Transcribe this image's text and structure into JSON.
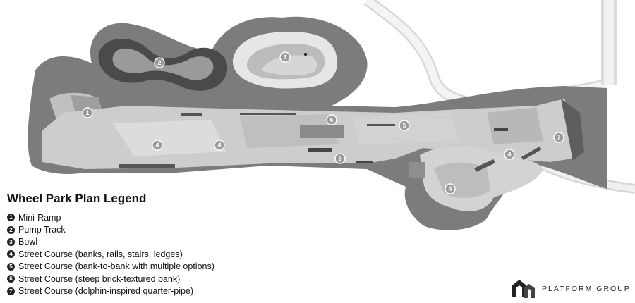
{
  "legend": {
    "title": "Wheel Park Plan Legend",
    "items": [
      {
        "num": "1",
        "label": "Mini-Ramp"
      },
      {
        "num": "2",
        "label": "Pump Track"
      },
      {
        "num": "3",
        "label": "Bowl"
      },
      {
        "num": "4",
        "label": "Street Course (banks, rails, stairs, ledges)"
      },
      {
        "num": "5",
        "label": "Street Course (bank-to-bank with multiple options)"
      },
      {
        "num": "6",
        "label": "Street Course (steep brick-textured bank)"
      },
      {
        "num": "7",
        "label": "Street Course (dolphin-inspired quarter-pipe)"
      }
    ]
  },
  "map_markers": [
    "1",
    "2",
    "3",
    "4",
    "4",
    "4",
    "4",
    "5",
    "5",
    "6",
    "7"
  ],
  "brand": {
    "name": "PLATFORM GROUP"
  }
}
